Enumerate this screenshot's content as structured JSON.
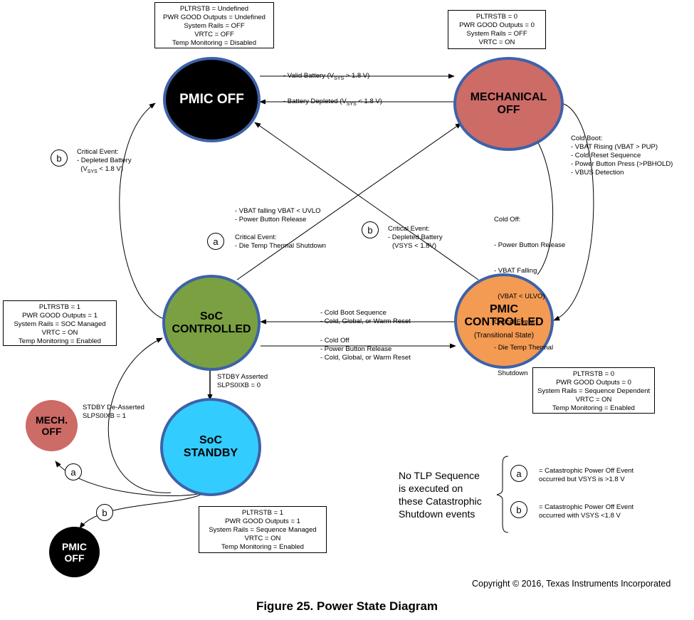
{
  "caption": "Figure 25.  Power State Diagram",
  "copyright": "Copyright © 2016, Texas Instruments Incorporated",
  "colors": {
    "pmic_off": "#000000",
    "mechanical_off": "#cd6b67",
    "soc_controlled": "#7aa042",
    "pmic_controlled": "#f39a53",
    "soc_standby": "#33ccff",
    "circle_border": "#3e62a8"
  },
  "states": {
    "pmic_off": "PMIC OFF",
    "mechanical_off": [
      "MECHANICAL",
      "OFF"
    ],
    "soc_controlled": [
      "SoC",
      "CONTROLLED"
    ],
    "pmic_controlled": [
      "PMIC",
      "CONTROLLED"
    ],
    "pmic_controlled_sub": "(Transitional State)",
    "soc_standby": [
      "SoC",
      "STANDBY"
    ],
    "mech_off_small": [
      "MECH.",
      "OFF"
    ],
    "pmic_off_small": [
      "PMIC",
      "OFF"
    ]
  },
  "info_boxes": {
    "pmic_off": [
      "PLTRSTB = Undefined",
      "PWR GOOD Outputs = Undefined",
      "System Rails = OFF",
      "VRTC = OFF",
      "Temp Monitoring = Disabled"
    ],
    "mechanical_off": [
      "PLTRSTB = 0",
      "PWR GOOD Outputs = 0",
      "System Rails = OFF",
      "VRTC = ON"
    ],
    "soc_controlled": [
      "PLTRSTB = 1",
      "PWR GOOD Outputs = 1",
      "System Rails = SOC Managed",
      "VRTC = ON",
      "Temp Monitoring = Enabled"
    ],
    "pmic_controlled": [
      "PLTRSTB = 0",
      "PWR GOOD Outputs = 0",
      "System Rails = Sequence Dependent",
      "VRTC = ON",
      "Temp Monitoring = Enabled"
    ],
    "soc_standby": [
      "PLTRSTB = 1",
      "PWR GOOD Outputs = 1",
      "System Rails = Sequence Managed",
      "VRTC = ON",
      "Temp Monitoring = Enabled"
    ]
  },
  "transitions": {
    "valid_battery": "- Valid Battery (V",
    "valid_battery_sub": "SYS",
    "valid_battery_tail": " > 1.8 V)",
    "battery_depleted": "- Battery Depleted  (V",
    "battery_depleted_sub": "SYS",
    "battery_depleted_tail": " < 1.8 V)",
    "critical_left": [
      "Critical Event:",
      "- Depleted Battery"
    ],
    "critical_left_v": "(V",
    "critical_left_v_sub": "SYS",
    "critical_left_v_tail": " < 1.8 V)",
    "uvlo": [
      "- VBAT falling VBAT < UVLO",
      "- Power Button Release"
    ],
    "die_temp": [
      "Critical Event:",
      "- Die Temp Thermal Shutdown"
    ],
    "critical_mid": [
      "Critical Event:",
      "- Depleted Battery",
      "(VSYS < 1.8V)"
    ],
    "cold_boot": [
      "Cold Boot:",
      "- VBAT Rising  (VBAT > PUP)",
      "- Cold Reset Sequence",
      "- Power Button Press (>PBHOLD)",
      "- VBUS Detection"
    ],
    "cold_off": [
      "Cold Off:",
      "- Power Button Release",
      "- VBAT Falling",
      "  (VBAT < ULVO)",
      "Critical Event:",
      "- Die Temp Thermal",
      "  Shutdown"
    ],
    "boot_seq": [
      "- Cold Boot Sequence",
      "- Cold, Global, or Warm Reset"
    ],
    "cold_off_seq": [
      "- Cold Off",
      "- Power Button Release",
      "- Cold, Global, or Warm Reset"
    ],
    "stdby_asserted": [
      "STDBY Asserted",
      "SLPS0IXB = 0"
    ],
    "stdby_deasserted": [
      "STDBY De-Asserted",
      "SLPS0IXB = 1"
    ]
  },
  "markers": {
    "a": "a",
    "b": "b"
  },
  "legend": {
    "note": [
      "No TLP Sequence",
      "is executed on",
      "these Catastrophic",
      "Shutdown events"
    ],
    "a_text": [
      "= Catastrophic Power Off Event",
      "occurred but VSYS is >1.8 V"
    ],
    "b_text": [
      "= Catastrophic Power Off Event",
      "occurred with VSYS <1.8 V"
    ]
  }
}
